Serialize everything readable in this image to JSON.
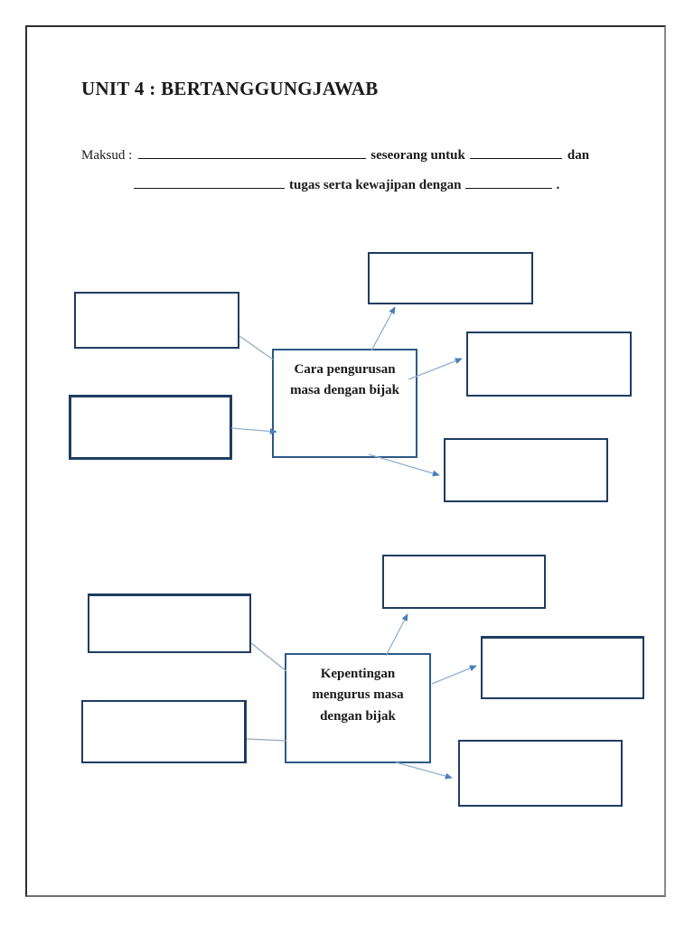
{
  "document": {
    "title": "UNIT 4 : BERTANGGUNGJAWAB",
    "maksud": {
      "label": "Maksud :",
      "after_blank1": "seseorang untuk",
      "after_blank2": "dan",
      "line2_after_blank1": "tugas serta kewajipan dengan",
      "line2_terminator": "."
    },
    "diagram1": {
      "center_label": "Cara pengurusan masa dengan bijak",
      "empty_box_count": 5
    },
    "diagram2": {
      "center_label": "Kepentingan mengurus masa dengan bijak",
      "empty_box_count": 5
    },
    "colors": {
      "box_border": "#1f3c61",
      "center_box_border": "#2d5986",
      "arrow_line": "#8fb0cf",
      "arrow_head": "#4a7ebb",
      "connector_line": "#90a8c0",
      "page_border": "#2f2f2f"
    }
  }
}
